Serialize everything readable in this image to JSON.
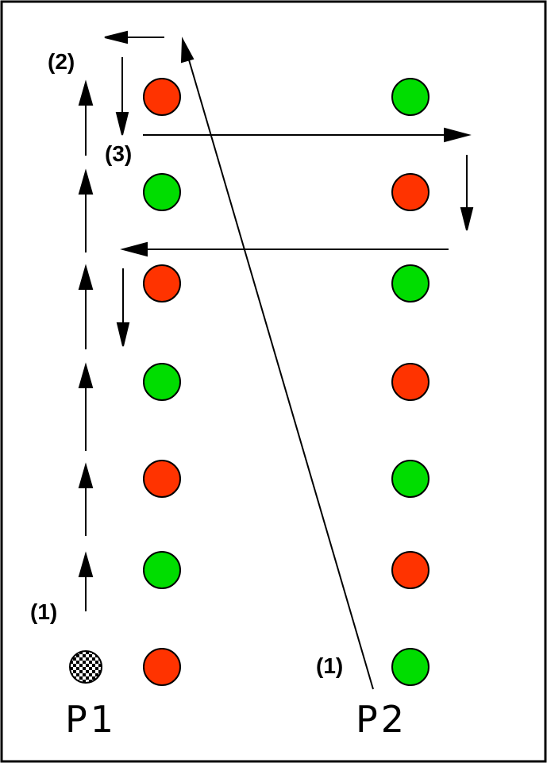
{
  "colors": {
    "red": "#ff3300",
    "green": "#00dd00",
    "stroke": "#000000",
    "background": "#ffffff"
  },
  "players": {
    "p1": "P1",
    "p2": "P2"
  },
  "step_labels": {
    "p1_step1": "(1)",
    "p1_step2": "(2)",
    "p1_step3": "(3)",
    "p2_step1": "(1)"
  },
  "cone_columns": {
    "left": [
      "red",
      "green",
      "red",
      "green",
      "red",
      "green",
      "red"
    ],
    "right": [
      "green",
      "red",
      "green",
      "red",
      "green",
      "red",
      "green"
    ]
  },
  "ball_icon": "checkered-ball-icon"
}
